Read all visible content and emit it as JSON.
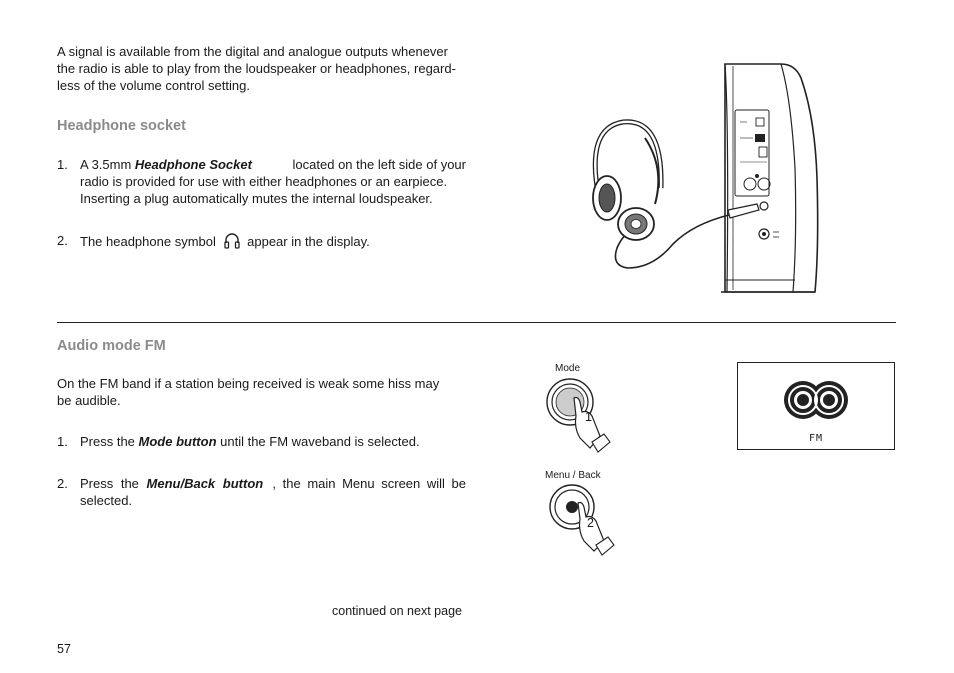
{
  "intro": {
    "line1": "A signal is available from the digital and analogue outputs whenever",
    "line2": "the radio is able to play from the loudspeaker or headphones, regard-",
    "line3": "less of the volume control setting."
  },
  "headphone_section": {
    "heading": "Headphone socket",
    "item1": {
      "number": "1.",
      "line1_pre": "A 3.5mm ",
      "line1_bold": "Headphone Socket",
      "line1_post": " located on the left side of your",
      "line2": "radio is provided for use with either headphones or an earpiece.",
      "line3": "Inserting a plug automatically mutes the internal loudspeaker."
    },
    "item2": {
      "number": "2.",
      "pre": "The headphone symbol",
      "post": "appear in the display."
    }
  },
  "audio_section": {
    "heading": "Audio mode FM",
    "intro_line1": "On the FM band if a station being received is weak some hiss may",
    "intro_line2": "be audible.",
    "item1": {
      "number": "1.",
      "pre": "Press the ",
      "bold": "Mode button",
      "post": " until the FM waveband is selected."
    },
    "item2": {
      "number": "2.",
      "pre": "Press the ",
      "bold": "Menu/Back button",
      "post": ", the main Menu screen will be",
      "line2": "selected."
    }
  },
  "figures": {
    "mode_label": "Mode",
    "mode_step": "1",
    "menu_label": "Menu / Back",
    "menu_step": "2",
    "display_text": "FM",
    "headphone_icon": "headphones-icon",
    "stereo_icon": "stereo-rings-icon"
  },
  "footer": {
    "continued": "continued on next page",
    "page_number": "57"
  }
}
